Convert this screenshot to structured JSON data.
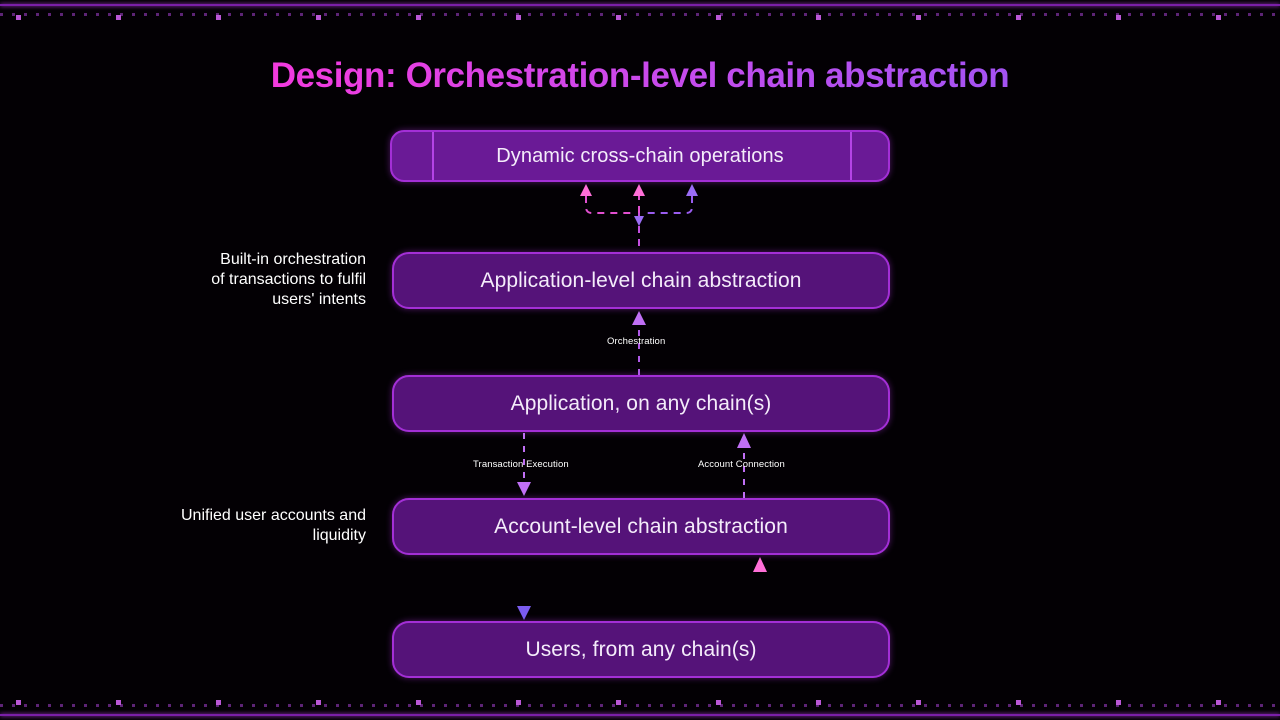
{
  "slide": {
    "title": "Design: Orchestration-level chain abstraction",
    "background": "#030004",
    "accent_pink": "#ff2fd0",
    "accent_violet": "#8a57f5",
    "box_fill": "#551379",
    "box_border": "#a32fd6",
    "top_box_fill": "#6a1a96"
  },
  "boxes": {
    "dynamic_operations": "Dynamic cross-chain operations",
    "application_level": "Application-level chain abstraction",
    "application": "Application, on any chain(s)",
    "account_level": "Account-level chain abstraction",
    "users": "Users, from any chain(s)"
  },
  "side_labels": {
    "orchestration_note": "Built-in orchestration\nof transactions to fulfil\nusers' intents",
    "accounts_note": "Unified user accounts and\nliquidity"
  },
  "connector_labels": {
    "orchestration": "Orchestration",
    "transaction_execution": "Transaction Execution",
    "account_connection": "Account Connection"
  }
}
